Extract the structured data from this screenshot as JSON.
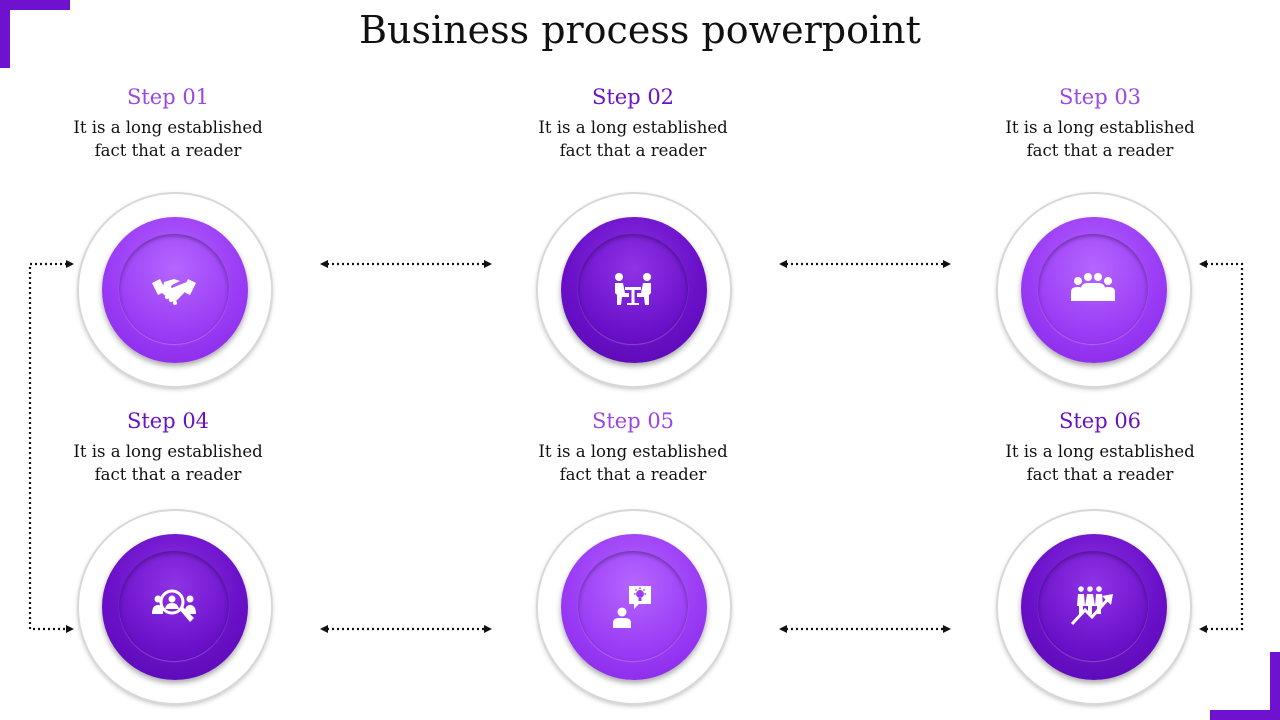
{
  "title": "Business process powerpoint",
  "colors": {
    "accent": "#6f12cf",
    "light_purple": "#9a3cf5",
    "dark_purple": "#6a10c8"
  },
  "steps": [
    {
      "label": "Step 01",
      "desc": "It is a long established\nfact that a reader",
      "icon": "handshake-icon",
      "label_color": "#9b46e6",
      "tone": "light"
    },
    {
      "label": "Step 02",
      "desc": "It is a long established\nfact that a reader",
      "icon": "meeting-table-icon",
      "label_color": "#6a12c4",
      "tone": "dark"
    },
    {
      "label": "Step 03",
      "desc": "It is a long established\nfact that a reader",
      "icon": "team-group-icon",
      "label_color": "#9b46e6",
      "tone": "light"
    },
    {
      "label": "Step 04",
      "desc": "It is a long established\nfact that a reader",
      "icon": "people-search-icon",
      "label_color": "#6a12c4",
      "tone": "dark"
    },
    {
      "label": "Step 05",
      "desc": "It is a long established\nfact that a reader",
      "icon": "idea-person-icon",
      "label_color": "#9b46e6",
      "tone": "light"
    },
    {
      "label": "Step 06",
      "desc": "It is a long established\nfact that a reader",
      "icon": "growth-team-icon",
      "label_color": "#6a12c4",
      "tone": "dark"
    }
  ]
}
